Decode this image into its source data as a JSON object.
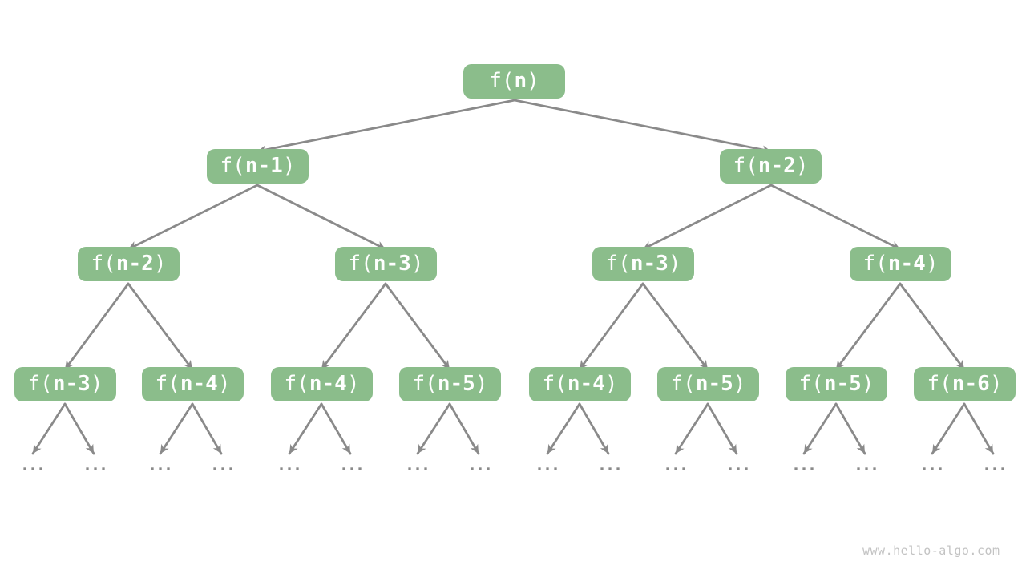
{
  "diagram": {
    "type": "recursion-tree",
    "node_fill": "#8BBD8B",
    "node_text_color": "#FFFFFF",
    "arrow_color": "#8A8A8A",
    "nodes": [
      {
        "pre": "f(",
        "arg": "n",
        "post": ")"
      },
      {
        "pre": "f(",
        "arg": "n-1",
        "post": ")"
      },
      {
        "pre": "f(",
        "arg": "n-2",
        "post": ")"
      },
      {
        "pre": "f(",
        "arg": "n-2",
        "post": ")"
      },
      {
        "pre": "f(",
        "arg": "n-3",
        "post": ")"
      },
      {
        "pre": "f(",
        "arg": "n-3",
        "post": ")"
      },
      {
        "pre": "f(",
        "arg": "n-4",
        "post": ")"
      },
      {
        "pre": "f(",
        "arg": "n-3",
        "post": ")"
      },
      {
        "pre": "f(",
        "arg": "n-4",
        "post": ")"
      },
      {
        "pre": "f(",
        "arg": "n-4",
        "post": ")"
      },
      {
        "pre": "f(",
        "arg": "n-5",
        "post": ")"
      },
      {
        "pre": "f(",
        "arg": "n-4",
        "post": ")"
      },
      {
        "pre": "f(",
        "arg": "n-5",
        "post": ")"
      },
      {
        "pre": "f(",
        "arg": "n-5",
        "post": ")"
      },
      {
        "pre": "f(",
        "arg": "n-6",
        "post": ")"
      }
    ],
    "ellipsis": "..."
  },
  "watermark": "www.hello-algo.com"
}
